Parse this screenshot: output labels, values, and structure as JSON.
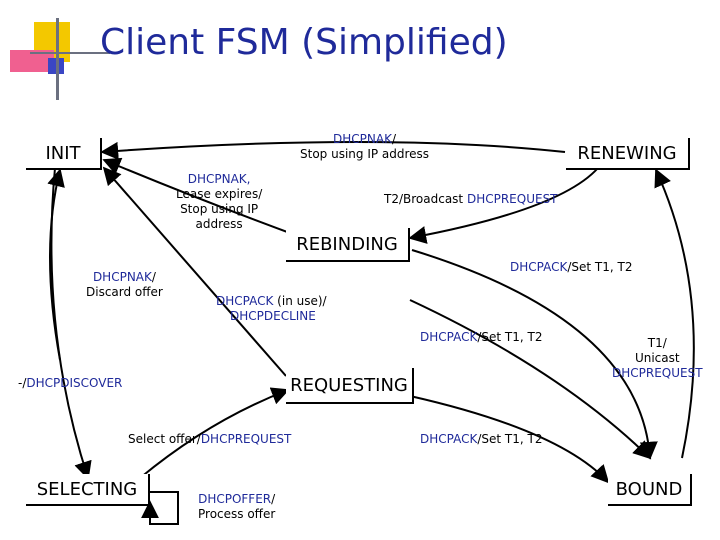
{
  "title": "Client FSM (Simplified)",
  "colors": {
    "title": "#1f2a9a",
    "message": "#1f2a9a",
    "logo_yellow": "#f3c800",
    "logo_pink": "#f06090",
    "logo_blue": "#3a46c4",
    "logo_line": "#6b7080"
  },
  "states": {
    "init": "INIT",
    "renewing": "RENEWING",
    "rebinding": "REBINDING",
    "requesting": "REQUESTING",
    "selecting": "SELECTING",
    "bound": "BOUND"
  },
  "transitions": {
    "renewing_to_init": {
      "msg": "DHCPNAK",
      "sep": "/",
      "action": "Stop using IP address"
    },
    "rebinding_to_init": {
      "line1": "DHCPNAK,",
      "line2": "Lease expires/",
      "line3": "Stop using IP",
      "line4": "address"
    },
    "renewing_to_rebinding": {
      "prefix": "T2/Broadcast ",
      "msg": "DHCPREQUEST"
    },
    "rebinding_to_bound": {
      "msg": "DHCPACK",
      "suffix": "/Set T1, T2"
    },
    "requesting_to_init_nak": {
      "msg": "DHCPNAK",
      "sep": "/",
      "action": "Discard offer"
    },
    "requesting_to_init_ack": {
      "msg": "DHCPACK",
      "mid": " (in use)/",
      "msg2": "DHCPDECLINE"
    },
    "renewing_to_bound": {
      "msg": "DHCPACK",
      "suffix": "/Set T1, T2"
    },
    "bound_to_renewing": {
      "line1": "T1/",
      "line2": "Unicast",
      "line3": "DHCPREQUEST"
    },
    "init_to_selecting": {
      "prefix": "-/",
      "msg": "DHCPDISCOVER"
    },
    "selecting_to_requesting": {
      "prefix": "Select offer/",
      "msg": "DHCPREQUEST"
    },
    "requesting_to_bound": {
      "msg": "DHCPACK",
      "suffix": "/Set T1, T2"
    },
    "selecting_self": {
      "msg": "DHCPOFFER",
      "sep": "/",
      "action": "Process offer"
    }
  }
}
